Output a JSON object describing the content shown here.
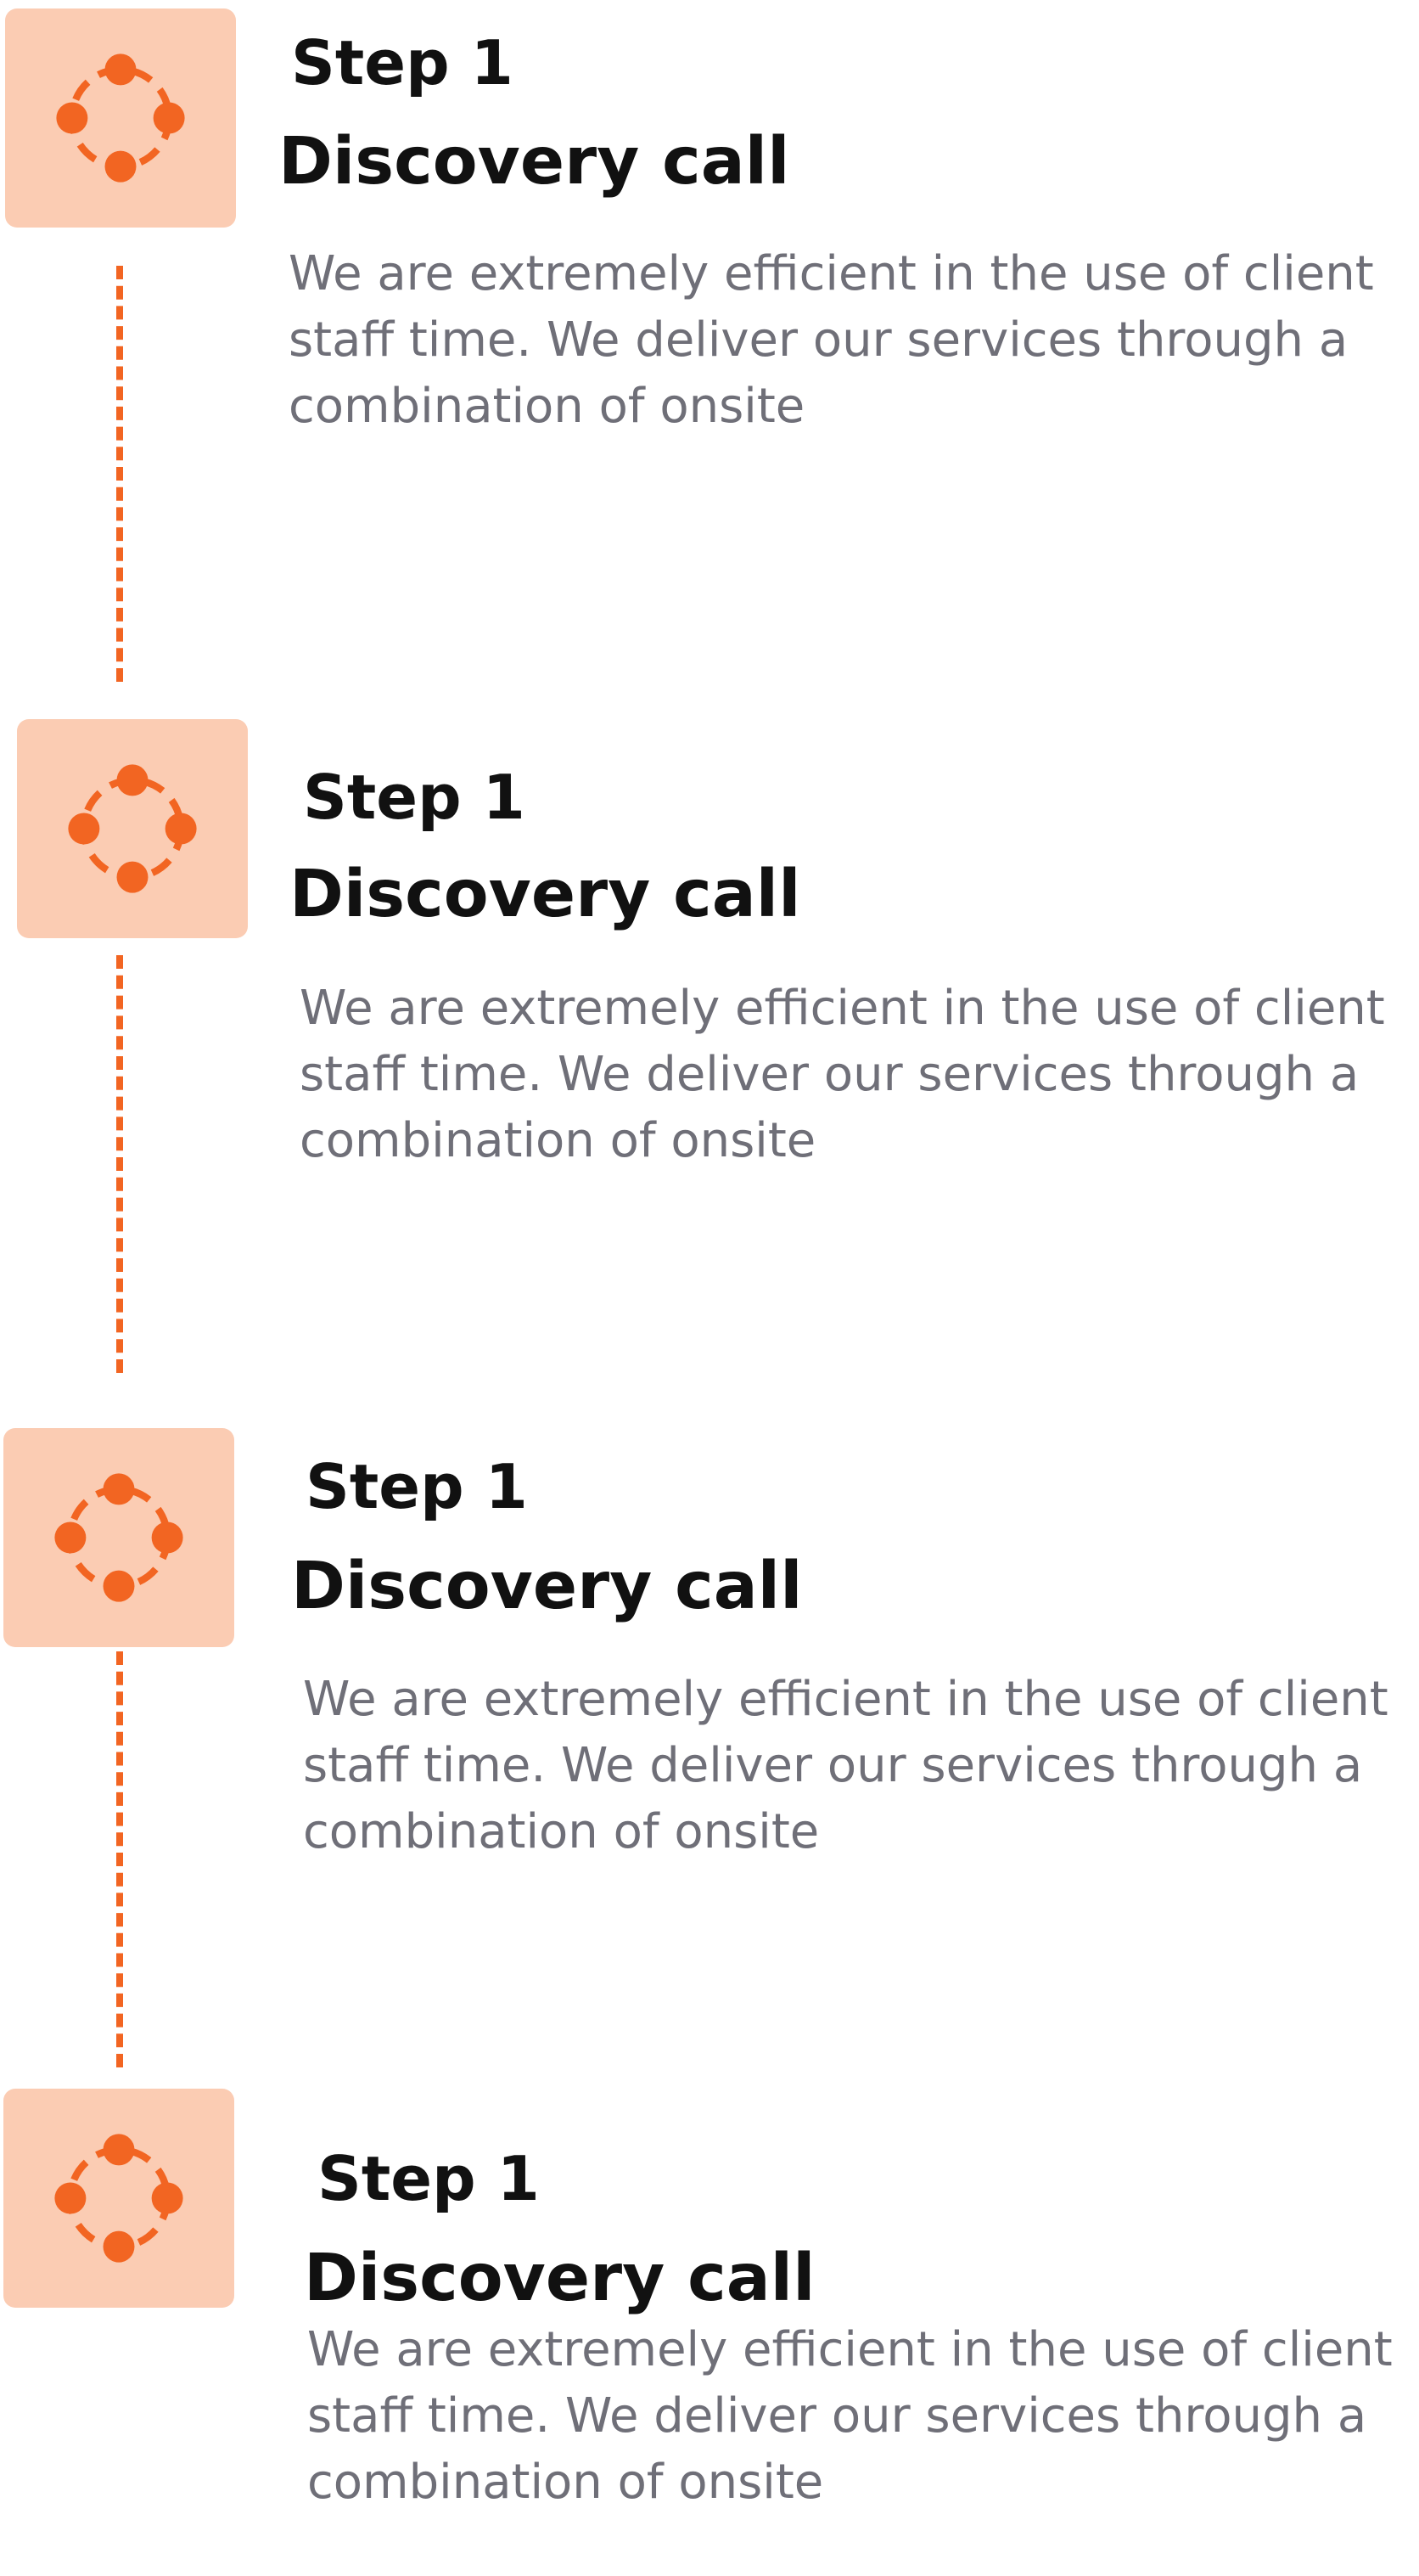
{
  "colors": {
    "accent": "#f26522",
    "icon_bg": "#fbccb3",
    "title": "#111111",
    "body": "#6f6f78"
  },
  "steps": [
    {
      "icon": "dots-circle-icon",
      "label": "Step 1",
      "title": "Discovery call",
      "description": "We are extremely efficient in the use of client staff time. We deliver our services through a combination of onsite"
    },
    {
      "icon": "dots-circle-icon",
      "label": "Step 1",
      "title": "Discovery call",
      "description": "We are extremely efficient in the use of client staff time. We deliver our services through a combination of onsite"
    },
    {
      "icon": "dots-circle-icon",
      "label": "Step 1",
      "title": "Discovery call",
      "description": "We are extremely efficient in the use of client staff time. We deliver our services through a combination of onsite"
    },
    {
      "icon": "dots-circle-icon",
      "label": "Step 1",
      "title": "Discovery call",
      "description": "We are extremely efficient in the use of client staff time. We deliver our services through a combination of onsite"
    }
  ]
}
